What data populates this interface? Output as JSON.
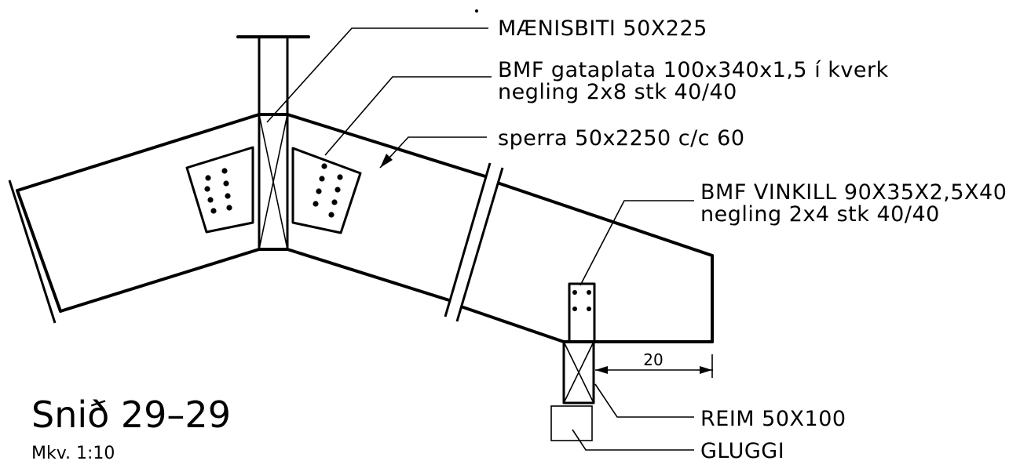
{
  "labels": {
    "maenisbiti": "MÆNISBITI 50X225",
    "gataplata_line1": "BMF gataplata 100x340x1,5 í kverk",
    "gataplata_line2": "negling 2x8 stk 40/40",
    "sperra": "sperra 50x2250 c/c 60",
    "vinkill_line1": "BMF VINKILL 90X35X2,5X40",
    "vinkill_line2": "negling 2x4 stk 40/40",
    "reim": "REIM 50X100",
    "gluggi": "GLUGGI"
  },
  "dimension": {
    "overhang": "20"
  },
  "title": {
    "section": "Snið 29–29",
    "scale": "Mkv. 1:10"
  },
  "colors": {
    "line": "#000000",
    "background": "#ffffff"
  }
}
